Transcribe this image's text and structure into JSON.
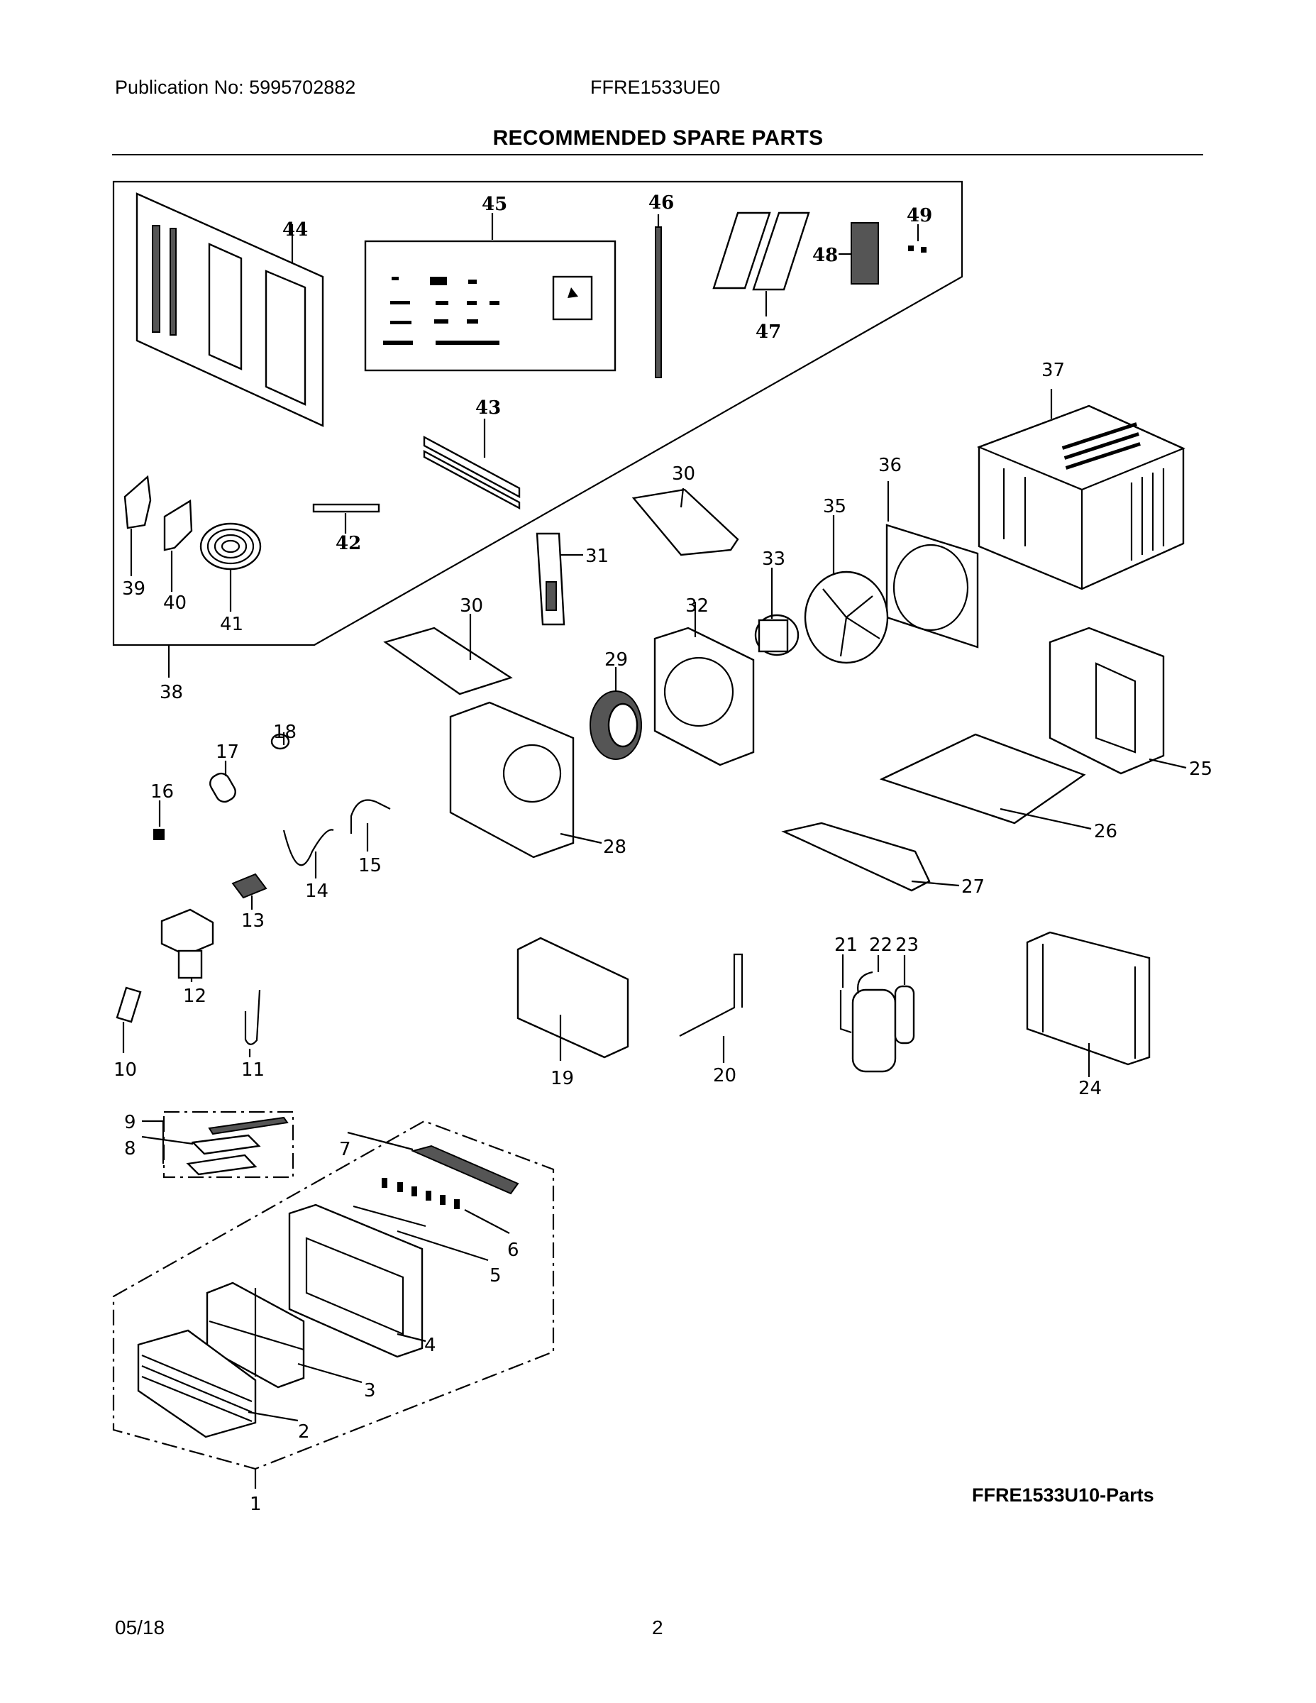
{
  "header": {
    "publication": "Publication No: 5995702882",
    "model": "FFRE1533UE0",
    "title": "RECOMMENDED SPARE PARTS"
  },
  "diagram": {
    "part_labels": [
      "1",
      "2",
      "3",
      "4",
      "5",
      "6",
      "7",
      "8",
      "9",
      "10",
      "11",
      "12",
      "13",
      "14",
      "15",
      "16",
      "17",
      "18",
      "19",
      "20",
      "21",
      "22",
      "23",
      "24",
      "25",
      "26",
      "27",
      "28",
      "29",
      "30",
      "30",
      "31",
      "32",
      "33",
      "35",
      "36",
      "37",
      "38",
      "39",
      "40",
      "41",
      "42",
      "43",
      "44",
      "45",
      "46",
      "47",
      "48",
      "49"
    ]
  },
  "reference_code": "FFRE1533U10-Parts",
  "footer": {
    "date": "05/18",
    "page": "2"
  }
}
